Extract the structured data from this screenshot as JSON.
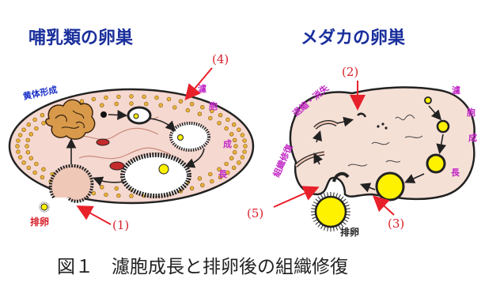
{
  "titles": {
    "mammal": "哺乳類の卵巣",
    "medaka": "メダカの卵巣"
  },
  "labels": {
    "l1": "(1)",
    "l2": "(2)",
    "l3": "(3)",
    "l4": "(4)",
    "l5": "(5)"
  },
  "annotations": {
    "corpus_luteum": "黄体形成",
    "ovulation_left": "排卵",
    "ovulation_right": "排卵",
    "degeneration": "退縮・消失",
    "repair": "組織修復",
    "growth_left": [
      "濾",
      "胞",
      "成",
      "長"
    ],
    "growth_right": [
      "濾",
      "胞",
      "成",
      "長"
    ]
  },
  "caption": "図１　濾胞成長と排卵後の組織修復",
  "colors": {
    "title": "#1a2f9c",
    "label": "#d8202a",
    "arrow": "#e8202a",
    "ovary_fill": "#f5d8d0",
    "dots": "#e9b43a",
    "yolk": "#fff200",
    "growth_text": "#c228c6"
  }
}
